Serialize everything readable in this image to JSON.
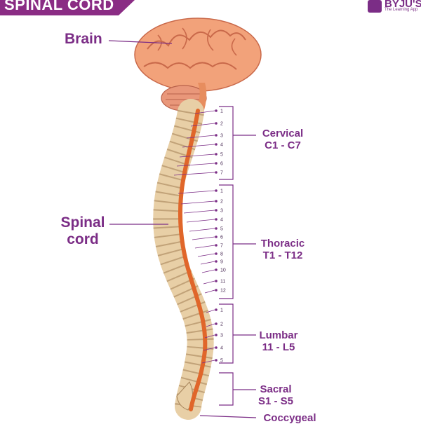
{
  "header": {
    "title": "SPINAL CORD",
    "logo_name": "BYJU'S",
    "logo_tagline": "The Learning App"
  },
  "labels": {
    "brain": "Brain",
    "spinal_line1": "Spinal",
    "spinal_line2": "cord"
  },
  "regions": [
    {
      "name": "Cervical",
      "range": "C1 - C7",
      "numbers": [
        "1",
        "2",
        "3",
        "4",
        "5",
        "6",
        "7"
      ]
    },
    {
      "name": "Thoracic",
      "range": "T1 - T12",
      "numbers": [
        "1",
        "2",
        "3",
        "4",
        "5",
        "6",
        "7",
        "8",
        "9",
        "10",
        "11",
        "12"
      ]
    },
    {
      "name": "Lumbar",
      "range": "11 - L5",
      "numbers": [
        "1",
        "2",
        "3",
        "4",
        "5"
      ]
    },
    {
      "name": "Sacral",
      "range": "S1 - S5",
      "numbers": []
    },
    {
      "name": "Coccygeal",
      "range": "",
      "numbers": []
    }
  ],
  "colors": {
    "accent": "#7b2d86",
    "cord": "#e0662a",
    "brain": "#f2a27a",
    "bone": "#e8cfa6"
  }
}
